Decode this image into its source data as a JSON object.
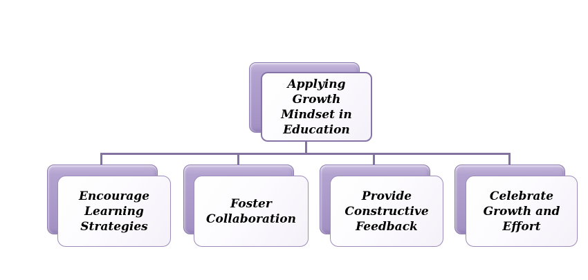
{
  "diagram": {
    "type": "hierarchy",
    "root": {
      "label": "Applying\nGrowth\nMindset in\nEducation"
    },
    "children": [
      {
        "label": "Encourage\nLearning\nStrategies"
      },
      {
        "label": "Foster\nCollaboration"
      },
      {
        "label": "Provide\nConstructive\nFeedback"
      },
      {
        "label": "Celebrate\nGrowth and\nEffort"
      }
    ],
    "theme": {
      "shadow_fill": "#AB9ACA",
      "shadow_edge": "#8C7AAE",
      "box_fill": "#FCFBFE",
      "box_border": "#9D8CBA",
      "connector": "#83719F",
      "text": "#000000",
      "background": "#FFFFFF"
    }
  }
}
